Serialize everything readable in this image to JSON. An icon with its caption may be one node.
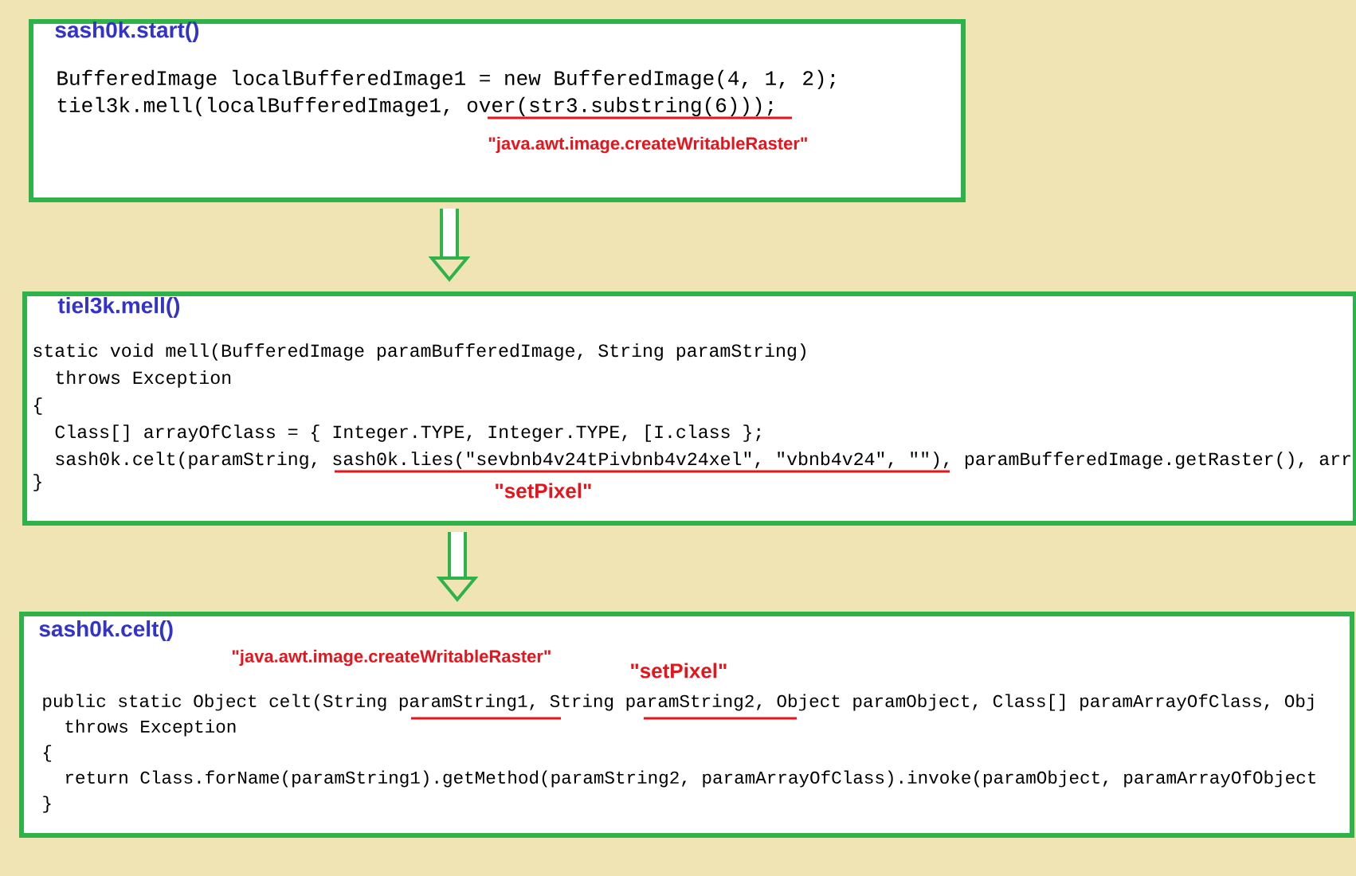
{
  "diagram": {
    "nodes": [
      {
        "text": [
          "sash0k.start()",
          "BufferedImage localBufferedImage1 = new BufferedImage(4, 1, 2);",
          "tiel3k.mell(localBufferedImage1, over(str3.substring(6)));",
          "\"java.awt.image.createWritableRaster\""
        ]
      },
      {
        "text": [
          "tiel3k.mell()",
          "static void mell(BufferedImage paramBufferedImage, String paramString)",
          "throws Exception",
          "{",
          "Class[] arrayOfClass = { Integer.TYPE, Integer.TYPE, [I.class };",
          "sash0k.celt(paramString, sash0k.lies(\"sevbnb4v24tPivbnb4v24xel\", \"vbnb4v24\", \"\"), paramBufferedImage.getRaster(), arr",
          "}",
          "\"setPixel\""
        ]
      },
      {
        "text": [
          "sash0k.celt()",
          "\"java.awt.image.createWritableRaster\"",
          "\"setPixel\"",
          "public static Object celt(String paramString1, String paramString2, Object paramObject, Class[] paramArrayOfClass, Obj",
          "throws Exception",
          "{",
          "return Class.forName(paramString1).getMethod(paramString2, paramArrayOfClass).invoke(paramObject, paramArrayOfObject",
          "}"
        ]
      }
    ],
    "edges": [
      {
        "from": 0,
        "to": 1,
        "arrow": "to"
      },
      {
        "from": 1,
        "to": 2,
        "arrow": "to"
      }
    ]
  }
}
